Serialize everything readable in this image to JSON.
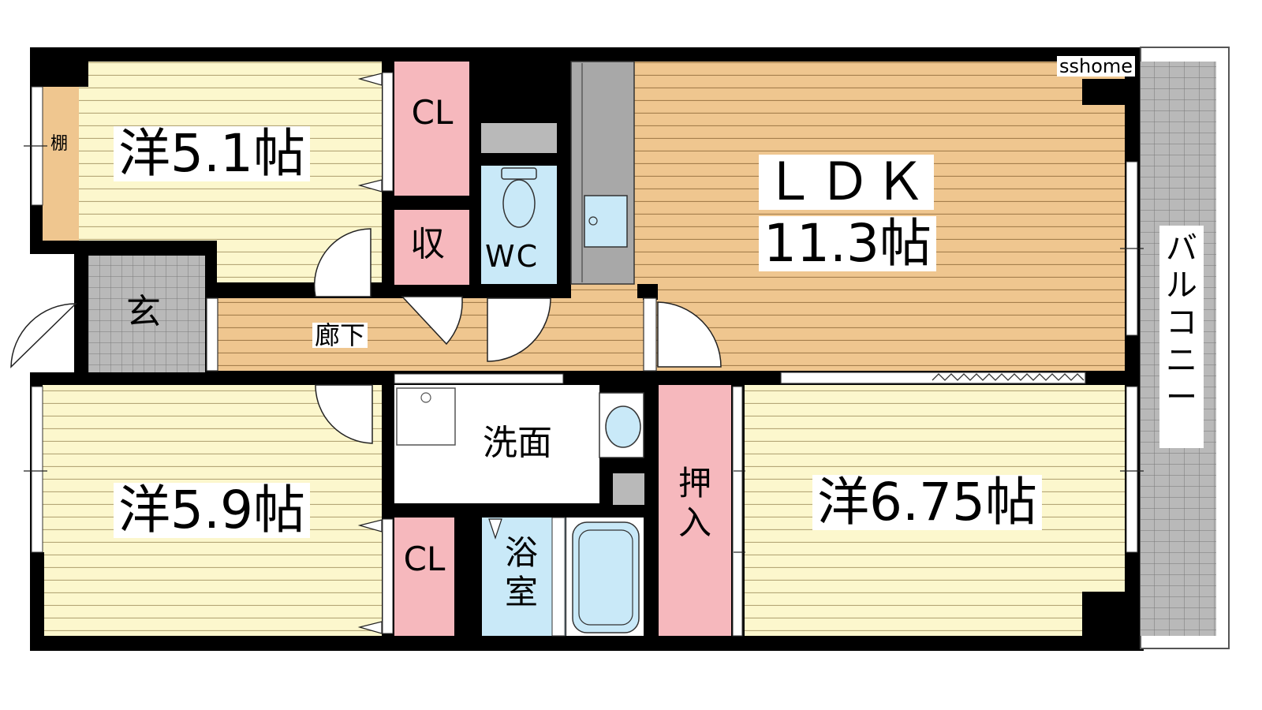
{
  "watermark": "sshome",
  "rooms": {
    "western_1": {
      "label": "洋5.1帖"
    },
    "western_2": {
      "label": "洋5.9帖"
    },
    "western_3": {
      "label": "洋6.75帖"
    },
    "ldk": {
      "name": "ＬＤＫ",
      "size": "11.3帖"
    },
    "closet_top": {
      "label": "CL"
    },
    "closet_bottom": {
      "label": "CL"
    },
    "storage": {
      "label": "収"
    },
    "toilet": {
      "label": "WC"
    },
    "entrance": {
      "label": "玄"
    },
    "hallway": {
      "label": "廊下"
    },
    "washroom": {
      "label": "洗面"
    },
    "bathroom": {
      "label": "浴室"
    },
    "oshiire": {
      "label": "押入"
    },
    "shelf": {
      "label": "棚"
    },
    "balcony": {
      "label": "バルコニー"
    }
  },
  "colors": {
    "wall": "#000000",
    "western_floor": "#fcf7cd",
    "ldk_floor": "#efc68f",
    "closet": "#f6b8bd",
    "wet_area": "#c9e9f8",
    "tile": "#b9b9b9",
    "kitchen_counter": "#a8a8a8",
    "floor_line": "#a89a72"
  }
}
